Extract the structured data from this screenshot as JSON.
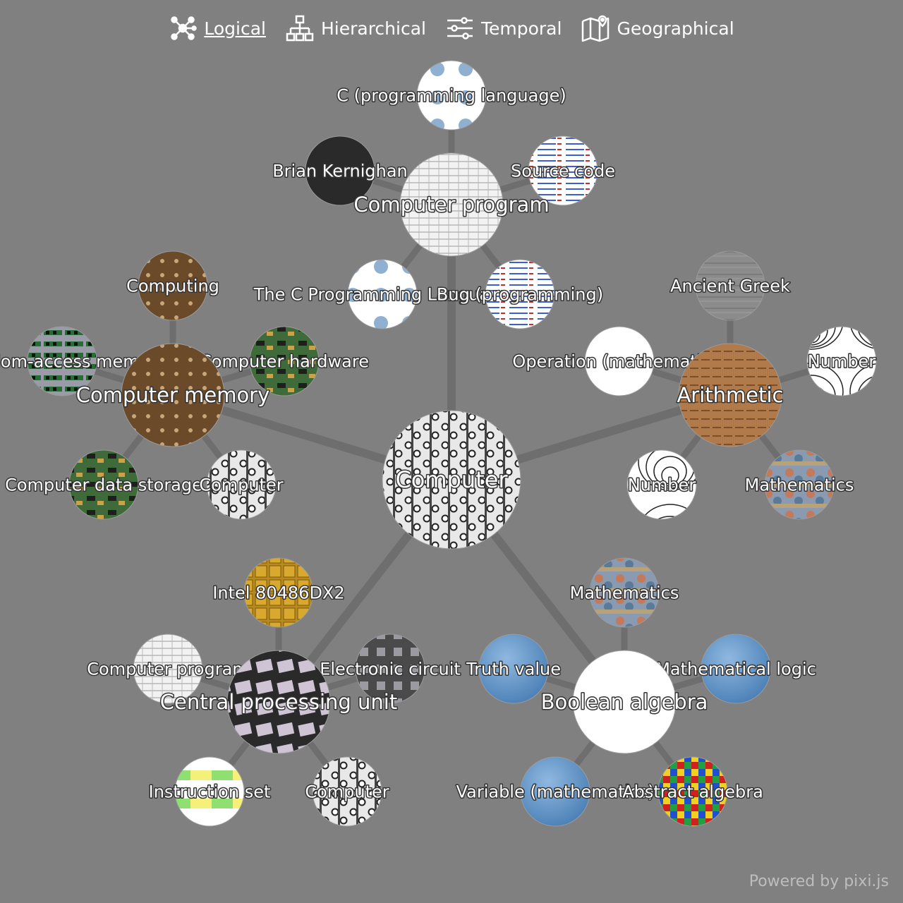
{
  "toolbar": {
    "views": [
      {
        "label": "Logical",
        "icon": "network-icon",
        "active": true
      },
      {
        "label": "Hierarchical",
        "icon": "hierarchy-icon",
        "active": false
      },
      {
        "label": "Temporal",
        "icon": "sliders-icon",
        "active": false
      },
      {
        "label": "Geographical",
        "icon": "map-icon",
        "active": false
      }
    ]
  },
  "graph": {
    "center": {
      "label": "Computer"
    },
    "clusters": [
      {
        "label": "Computer program",
        "children": [
          "C (programming language)",
          "Brian Kernighan",
          "Source code",
          "The C Programming Language",
          "Bug (programming)"
        ]
      },
      {
        "label": "Computer memory",
        "children": [
          "Computing",
          "Random-access memory",
          "Computer hardware",
          "Computer data storage",
          "Computer"
        ]
      },
      {
        "label": "Arithmetic",
        "children": [
          "Ancient Greek",
          "Operation (mathematics)",
          "Number",
          "Number",
          "Mathematics"
        ]
      },
      {
        "label": "Central processing unit",
        "children": [
          "Intel 80486DX2",
          "Computer program",
          "Electronic circuit",
          "Instruction set",
          "Computer"
        ]
      },
      {
        "label": "Boolean algebra",
        "children": [
          "Mathematics",
          "Truth value",
          "Mathematical logic",
          "Variable (mathematics)",
          "Abstract algebra"
        ]
      }
    ]
  },
  "footer": {
    "text": "Powered by pixi.js"
  }
}
